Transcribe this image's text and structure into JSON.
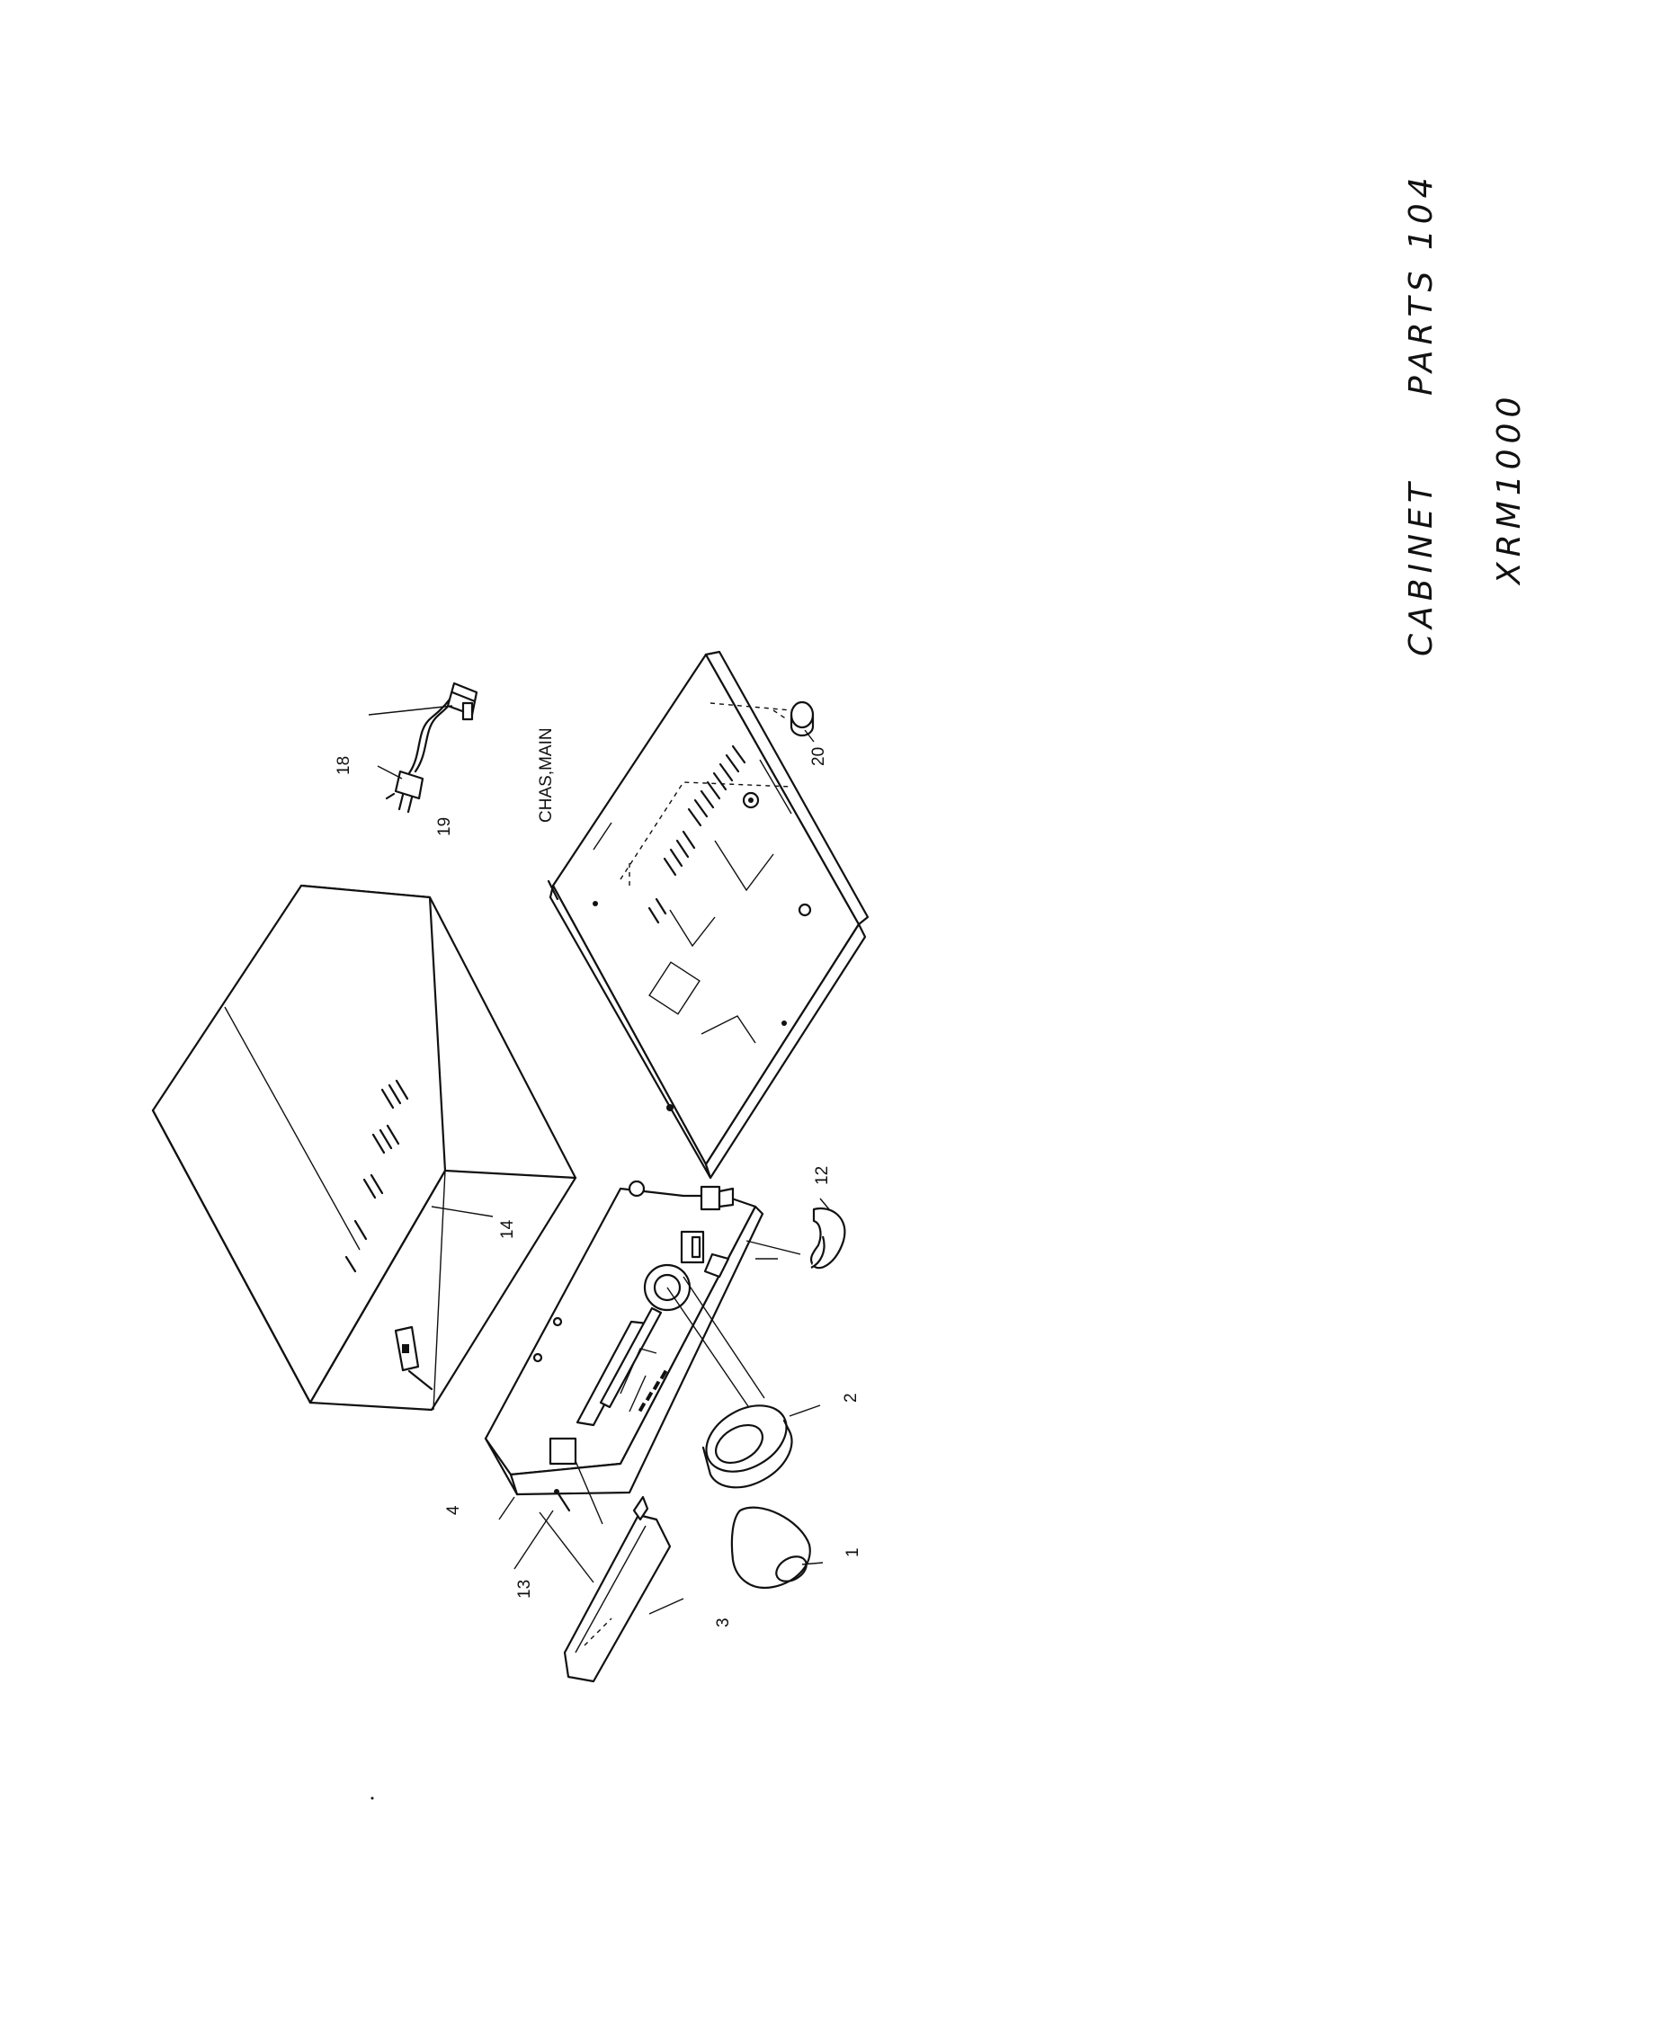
{
  "title": {
    "line1_a": "CABINET",
    "line1_b": "PARTS 104",
    "line2": "XRM1000"
  },
  "callouts": {
    "p1": "1",
    "p2": "2",
    "p3": "3",
    "p4": "4",
    "p12": "12",
    "p13": "13",
    "p14": "14",
    "p18": "18",
    "p19": "19",
    "p20": "20",
    "chassis": "CHAS,MAIN"
  }
}
